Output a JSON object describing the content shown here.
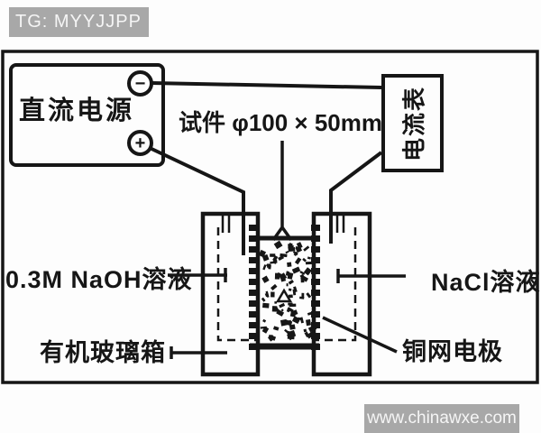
{
  "watermarks": {
    "top": "TG: MYYJJPP",
    "bottom": "www.chinawxe.com"
  },
  "labels": {
    "power_supply": "直流电源",
    "ammeter": "电流表",
    "specimen": "试件 φ100 × 50mm",
    "naoh_solution": "0.3M NaOH溶液",
    "nacl_solution": "NaCl溶液",
    "plexiglass_box": "有机玻璃箱",
    "copper_mesh_electrode": "铜网电极"
  },
  "terminals": {
    "negative": "−",
    "positive": "+"
  },
  "colors": {
    "ink": "#161616",
    "paper": "#fdfdfd",
    "watermark_bg": "#a8a8a8",
    "watermark_text": "#f5f5f5"
  }
}
